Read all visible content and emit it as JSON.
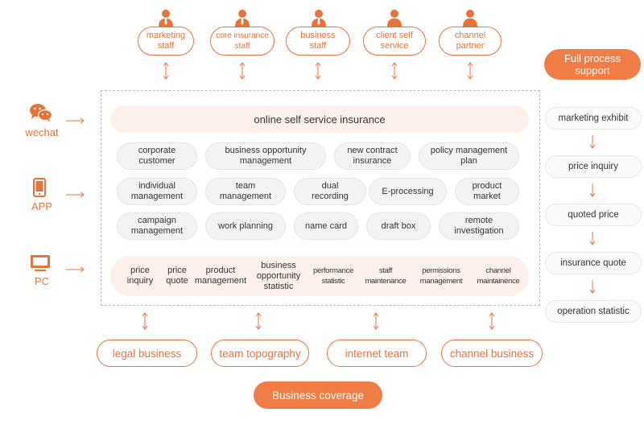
{
  "roles": [
    {
      "label": "marketing\nstaff",
      "icon": "staff-icon"
    },
    {
      "label": "core insurance\nstaff",
      "icon": "staff-icon"
    },
    {
      "label": "business\nstaff",
      "icon": "staff-icon"
    },
    {
      "label": "client self\nservice",
      "icon": "person-icon"
    },
    {
      "label": "channel\npartner",
      "icon": "person-icon"
    }
  ],
  "channels": [
    {
      "label": "wechat",
      "icon": "wechat-icon"
    },
    {
      "label": "APP",
      "icon": "phone-icon"
    },
    {
      "label": "PC",
      "icon": "monitor-icon"
    }
  ],
  "main_title": "online self service insurance",
  "features": [
    "corporate\ncustomer",
    "business opportunity\nmanagement",
    "new contract\ninsurance",
    "policy management\nplan",
    "individual\nmanagement",
    "team\nmanagement",
    "dual\nrecording",
    "E-processing",
    "product\nmarket",
    "campaign\nmanagement",
    "work planning",
    "name card",
    "draft box",
    "remote\ninvestigation"
  ],
  "stats": [
    "price\ninquiry",
    "price\nquote",
    "product\nmanagement",
    "business\nopportunity\nstatistic",
    "performance\nstatistic",
    "staff\nmaintenance",
    "permissions\nmanagement",
    "channel\nmaintainence"
  ],
  "process": {
    "title": "Full process\nsupport",
    "steps": [
      "marketing exhibit",
      "price inquiry",
      "quoted price",
      "insurance quote",
      "operation statistic"
    ]
  },
  "coverage": {
    "title": "Business coverage",
    "items": [
      "legal business",
      "team topography",
      "internet team",
      "channel business"
    ]
  },
  "colors": {
    "accent": "#e8733a",
    "accent_fill": "#f07d45",
    "soft_fill": "#fdf0ea"
  }
}
